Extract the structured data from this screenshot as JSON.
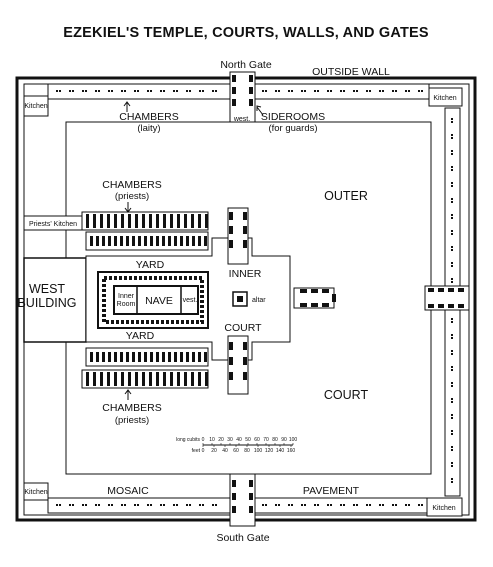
{
  "title": "EZEKIEL'S TEMPLE, COURTS, WALLS, AND GATES",
  "labels": {
    "north_gate": "North Gate",
    "south_gate": "South Gate",
    "outside_wall": "OUTSIDE WALL",
    "kitchen": "Kitchen",
    "chambers": "CHAMBERS",
    "laity": "(laity)",
    "priests": "(priests)",
    "siderooms": "SIDEROOMS",
    "for_guards": "(for guards)",
    "west": "west.",
    "priests_kitchen": "Priests' Kitchen",
    "west_building_1": "WEST",
    "west_building_2": "BUILDING",
    "yard": "YARD",
    "inner_room_1": "Inner",
    "inner_room_2": "Room",
    "nave": "NAVE",
    "vest": "vest.",
    "inner": "INNER",
    "court": "COURT",
    "altar": "altar",
    "outer": "OUTER",
    "mosaic": "MOSAIC",
    "pavement": "PAVEMENT"
  },
  "scale": {
    "cubits_label": "long cubits",
    "cubits": [
      "0",
      "10",
      "20",
      "30",
      "40",
      "50",
      "60",
      "70",
      "80",
      "90",
      "100"
    ],
    "feet_label": "feet",
    "feet": [
      "0",
      "20",
      "40",
      "60",
      "80",
      "100",
      "120",
      "140",
      "160"
    ]
  }
}
